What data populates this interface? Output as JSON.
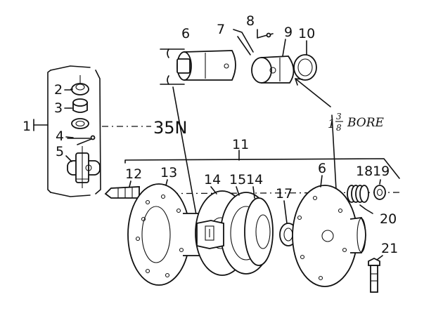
{
  "callouts": {
    "c1": "1",
    "c2": "2",
    "c3": "3",
    "c4": "4",
    "c5": "5",
    "c6a": "6",
    "c6b": "6",
    "c7": "7",
    "c8": "8",
    "c9": "9",
    "c10": "10",
    "c11": "11",
    "c12": "12",
    "c13": "13",
    "c14a": "14",
    "c14b": "14",
    "c15": "15",
    "c17": "17",
    "c18": "18",
    "c19": "19",
    "c20": "20",
    "c21": "21",
    "c35n": "35N"
  },
  "bore": {
    "whole": "1",
    "num": "3",
    "den": "8",
    "word": "BORE"
  }
}
